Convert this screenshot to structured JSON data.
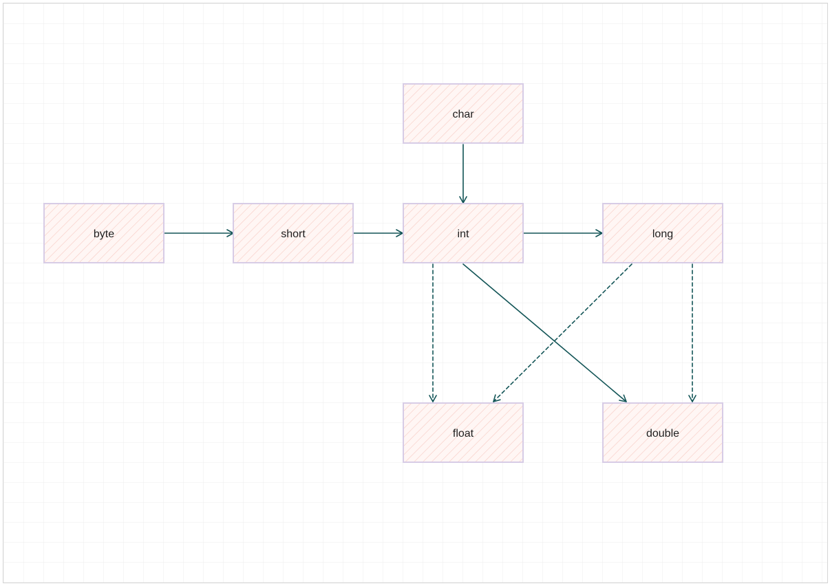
{
  "diagram": {
    "nodes": [
      {
        "id": "char",
        "label": "char"
      },
      {
        "id": "byte",
        "label": "byte"
      },
      {
        "id": "short",
        "label": "short"
      },
      {
        "id": "int",
        "label": "int"
      },
      {
        "id": "long",
        "label": "long"
      },
      {
        "id": "float",
        "label": "float"
      },
      {
        "id": "double",
        "label": "double"
      }
    ],
    "edges": [
      {
        "from": "byte",
        "to": "short",
        "style": "solid"
      },
      {
        "from": "short",
        "to": "int",
        "style": "solid"
      },
      {
        "from": "char",
        "to": "int",
        "style": "solid"
      },
      {
        "from": "int",
        "to": "long",
        "style": "solid"
      },
      {
        "from": "int",
        "to": "float",
        "style": "dashed"
      },
      {
        "from": "int",
        "to": "double",
        "style": "solid"
      },
      {
        "from": "long",
        "to": "float",
        "style": "dashed"
      },
      {
        "from": "long",
        "to": "double",
        "style": "dashed"
      }
    ]
  },
  "colors": {
    "node_fill": "#fff5f3",
    "node_hatch": "#f9c8c0",
    "node_border": "#d7cce6",
    "edge": "#125456",
    "grid": "#e9e9e9",
    "frame": "#d6d6d6"
  }
}
